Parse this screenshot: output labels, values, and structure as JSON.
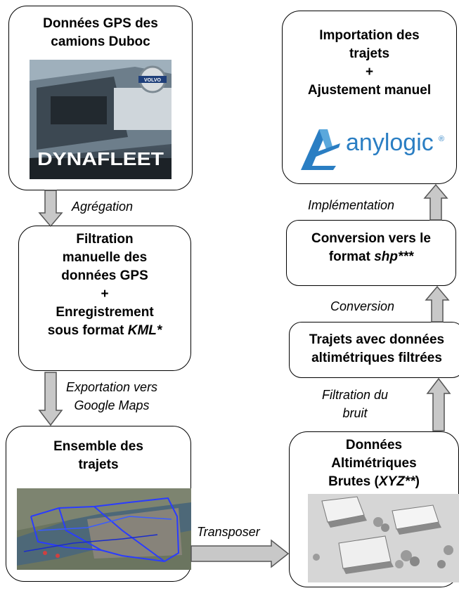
{
  "boxes": {
    "gps": {
      "lines": [
        "Données GPS des",
        "camions Duboc"
      ],
      "image": {
        "brand": "DYNAFLEET",
        "badge": "VOLVO"
      }
    },
    "filtration": {
      "lines": [
        "Filtration",
        "manuelle des",
        "données GPS",
        "+",
        "Enregistrement"
      ],
      "last_prefix": "sous format ",
      "last_emph": "KML*"
    },
    "ensemble": {
      "lines": [
        "Ensemble des",
        "trajets"
      ]
    },
    "donnees": {
      "lines": [
        "Données",
        "Altimétriques"
      ],
      "last_prefix": "Brutes (",
      "last_emph": "XYZ**",
      "last_suffix": ")"
    },
    "trajets": {
      "lines": [
        "Trajets avec données",
        "altimétriques filtrées"
      ]
    },
    "conversion": {
      "line1": "Conversion vers le",
      "line2_prefix": "format ",
      "line2_emph": "shp***"
    },
    "importation": {
      "lines": [
        "Importation des",
        "trajets",
        "+",
        "Ajustement manuel"
      ],
      "logo_text": "anylogic",
      "logo_mark": "®"
    }
  },
  "edges": {
    "agregation": "Agrégation",
    "exportation": [
      "Exportation vers",
      "Google Maps"
    ],
    "transposer": "Transposer",
    "filtration_bruit": [
      "Filtration du",
      "bruit"
    ],
    "conversion": "Conversion",
    "implementation": "Implémentation"
  },
  "colors": {
    "arrow_fill": "#c8c8c8",
    "arrow_stroke": "#555555",
    "anylogic_blue": "#2a7ec3"
  }
}
